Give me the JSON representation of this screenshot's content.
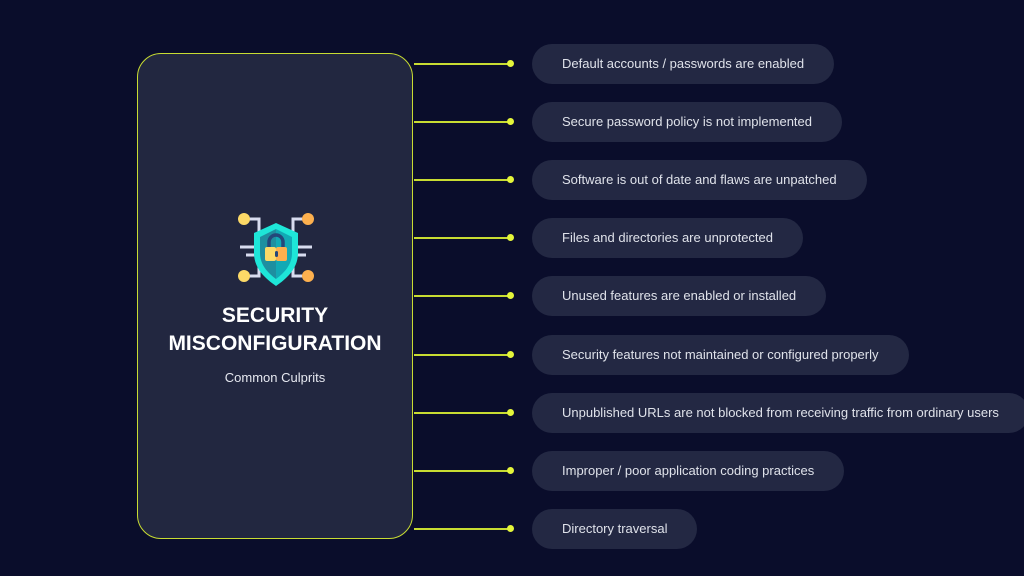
{
  "card": {
    "title_line1": "SECURITY",
    "title_line2": "MISCONFIGURATION",
    "subtitle": "Common Culprits",
    "icon": "shield-lock-circuit-icon"
  },
  "items": [
    "Default accounts / passwords are enabled",
    "Secure password policy is not implemented",
    "Software is out of date and flaws are unpatched",
    "Files and directories are unprotected",
    "Unused features are enabled or installed",
    "Security features not maintained or configured properly",
    "Unpublished URLs are not blocked from receiving traffic from ordinary users",
    "Improper / poor application coding practices",
    "Directory traversal"
  ],
  "colors": {
    "background": "#0a0d2b",
    "card": "#222740",
    "accent": "#c8dc32",
    "pill": "#232843"
  }
}
